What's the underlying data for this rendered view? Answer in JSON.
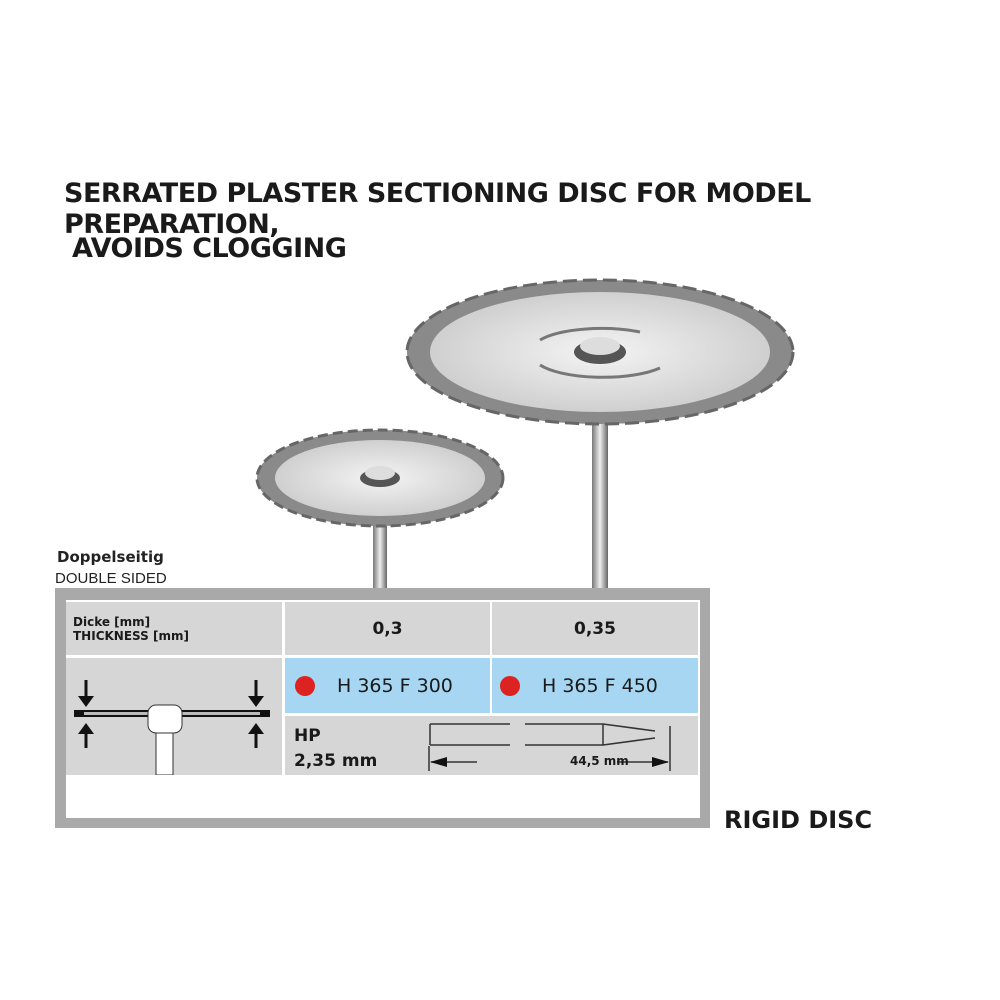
{
  "title_line1": "SERRATED PLASTER SECTIONING DISC FOR MODEL PREPARATION,",
  "title_line2": "AVOIDS CLOGGING",
  "label_de": "Doppelseitig",
  "label_en": "DOUBLE SIDED",
  "table": {
    "thickness_label_de": "Dicke [mm]",
    "thickness_label_en": "THICKNESS [mm]",
    "thickness": [
      "0,3",
      "0,35"
    ],
    "codes": [
      "H 365 F 300",
      "H 365 F 450"
    ],
    "code_dot_color": "#dd2222",
    "shank_type": "HP",
    "shank_diameter": "2,35 mm",
    "shank_length": "44,5 mm"
  },
  "footer": "RIGID DISC"
}
